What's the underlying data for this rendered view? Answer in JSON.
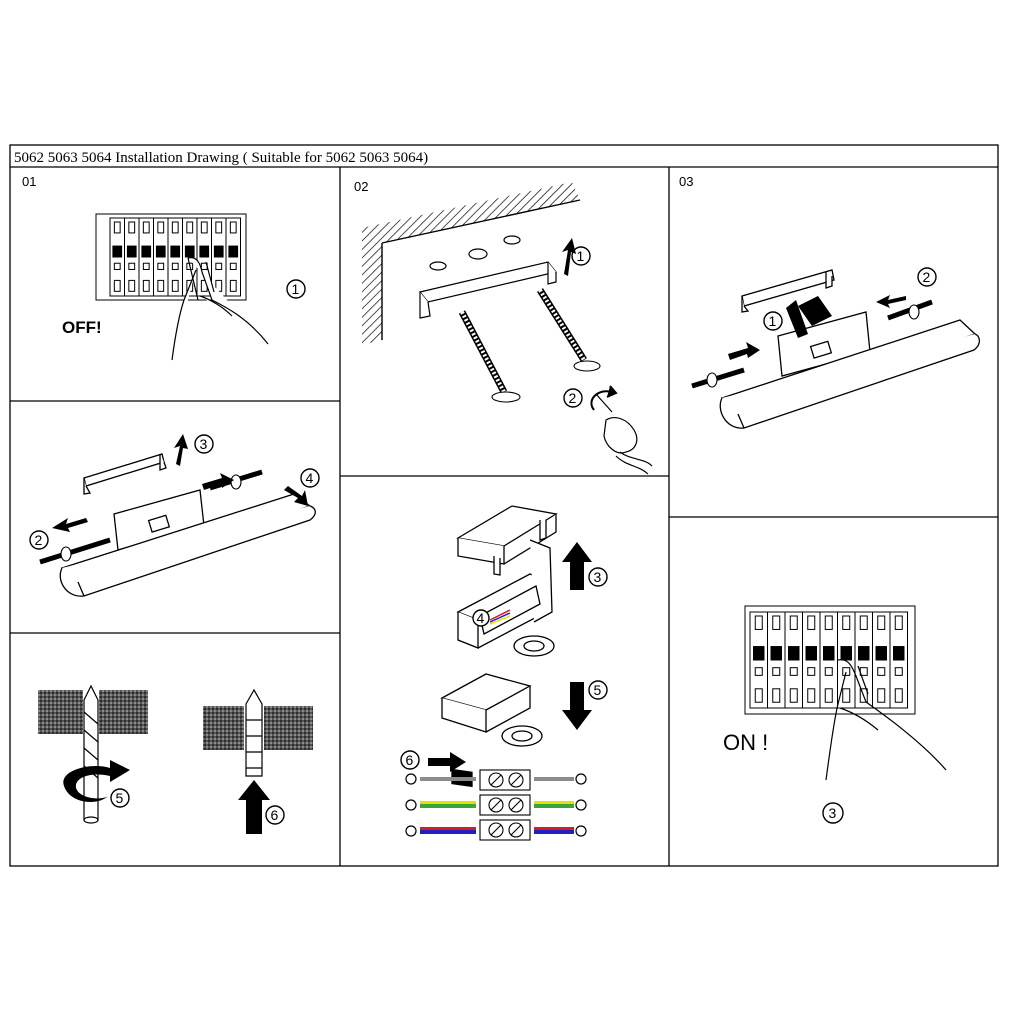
{
  "title": "5062  5063  5064 Installation Drawing ( Suitable for 5062  5063  5064)",
  "panels": {
    "p01": {
      "label": "01",
      "step": "1",
      "caption": "OFF!"
    },
    "p02": {
      "label": "02",
      "steps": [
        "1",
        "2"
      ]
    },
    "p03": {
      "label": "03",
      "steps": [
        "1",
        "2"
      ]
    },
    "p04": {
      "steps": [
        "2",
        "3",
        "4"
      ]
    },
    "p05": {
      "steps": [
        "5",
        "6"
      ]
    },
    "p06": {
      "steps": [
        "3",
        "4",
        "5",
        "6"
      ]
    },
    "p07": {
      "step": "3",
      "caption": "ON !"
    }
  },
  "colors": {
    "wire_gray": "#8c8c8c",
    "wire_yellow": "#e8e000",
    "wire_green": "#3aa63a",
    "wire_blue": "#2020c0",
    "wire_red": "#d02020",
    "wire_orange": "#e08030"
  }
}
